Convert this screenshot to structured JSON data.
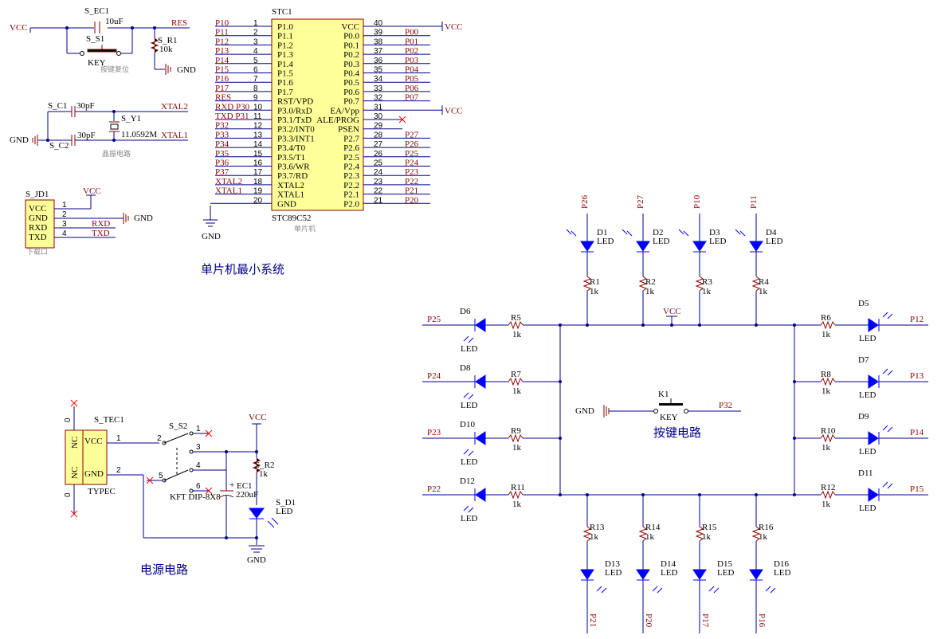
{
  "titles": {
    "mcu_system": "单片机最小系统",
    "power": "电源电路",
    "key": "按键电路",
    "reset_sub": "按键复位",
    "crystal_sub": "晶振电路",
    "download_sub": "下载口",
    "mcu_sub": "单片机"
  },
  "mcu": {
    "designator": "STC1",
    "model": "STC89C52",
    "left_pins": [
      {
        "num": "1",
        "name": "P1.0",
        "net": "P10"
      },
      {
        "num": "2",
        "name": "P1.1",
        "net": "P11"
      },
      {
        "num": "3",
        "name": "P1.2",
        "net": "P12"
      },
      {
        "num": "4",
        "name": "P1.3",
        "net": "P13"
      },
      {
        "num": "5",
        "name": "P1.4",
        "net": "P14"
      },
      {
        "num": "6",
        "name": "P1.5",
        "net": "P15"
      },
      {
        "num": "7",
        "name": "P1.6",
        "net": "P16"
      },
      {
        "num": "8",
        "name": "P1.7",
        "net": "P17"
      },
      {
        "num": "9",
        "name": "RST/VPD",
        "net": "RES"
      },
      {
        "num": "10",
        "name": "P3.0/RxD",
        "net": "RXD P30"
      },
      {
        "num": "11",
        "name": "P3.1/TxD",
        "net": "TXD P31"
      },
      {
        "num": "12",
        "name": "P3.2/INT0",
        "net": "P32"
      },
      {
        "num": "13",
        "name": "P3.3/INT1",
        "net": "P33"
      },
      {
        "num": "14",
        "name": "P3.4/T0",
        "net": "P34"
      },
      {
        "num": "15",
        "name": "P3.5/T1",
        "net": "P35"
      },
      {
        "num": "16",
        "name": "P3.6/WR",
        "net": "P36"
      },
      {
        "num": "17",
        "name": "P3.7/RD",
        "net": "P37"
      },
      {
        "num": "18",
        "name": "XTAL2",
        "net": "XTAL2"
      },
      {
        "num": "19",
        "name": "XTAL1",
        "net": "XTAL1"
      },
      {
        "num": "20",
        "name": "GND",
        "net": ""
      }
    ],
    "right_pins": [
      {
        "num": "40",
        "name": "VCC",
        "net": "VCC"
      },
      {
        "num": "39",
        "name": "P0.0",
        "net": "P00"
      },
      {
        "num": "38",
        "name": "P0.1",
        "net": "P01"
      },
      {
        "num": "37",
        "name": "P0.2",
        "net": "P02"
      },
      {
        "num": "36",
        "name": "P0.3",
        "net": "P03"
      },
      {
        "num": "35",
        "name": "P0.4",
        "net": "P04"
      },
      {
        "num": "34",
        "name": "P0.5",
        "net": "P05"
      },
      {
        "num": "33",
        "name": "P0.6",
        "net": "P06"
      },
      {
        "num": "32",
        "name": "P0.7",
        "net": "P07"
      },
      {
        "num": "31",
        "name": "EA/Vpp",
        "net": "VCC"
      },
      {
        "num": "30",
        "name": "ALE/PROG",
        "net": ""
      },
      {
        "num": "29",
        "name": "PSEN",
        "net": ""
      },
      {
        "num": "28",
        "name": "P2.7",
        "net": "P27"
      },
      {
        "num": "27",
        "name": "P2.6",
        "net": "P26"
      },
      {
        "num": "26",
        "name": "P2.5",
        "net": "P25"
      },
      {
        "num": "25",
        "name": "P2.4",
        "net": "P24"
      },
      {
        "num": "24",
        "name": "P2.3",
        "net": "P23"
      },
      {
        "num": "23",
        "name": "P2.2",
        "net": "P22"
      },
      {
        "num": "22",
        "name": "P2.1",
        "net": "P21"
      },
      {
        "num": "21",
        "name": "P2.0",
        "net": "P20"
      }
    ],
    "gnd_label": "GND"
  },
  "reset": {
    "vcc": "VCC",
    "cap": "S_EC1",
    "cap_val": "10uF",
    "net": "RES",
    "switch": "S_S1",
    "switch_val": "KEY",
    "res": "S_R1",
    "res_val": "10k",
    "gnd": "GND"
  },
  "crystal": {
    "c1": "S_C1",
    "c1_val": "30pF",
    "c2": "S_C2",
    "c2_val": "30pF",
    "y": "S_Y1",
    "y_val": "11.0592M",
    "net1": "XTAL2",
    "net2": "XTAL1",
    "gnd": "GND"
  },
  "download": {
    "designator": "S_JD1",
    "pins": [
      {
        "num": "1",
        "name": "VCC"
      },
      {
        "num": "2",
        "name": "GND"
      },
      {
        "num": "3",
        "name": "RXD"
      },
      {
        "num": "4",
        "name": "TXD"
      }
    ],
    "vcc": "VCC",
    "gnd": "GND",
    "rxd": "RXD",
    "txd": "TXD"
  },
  "power": {
    "conn": "S_TEC1",
    "conn_type": "TYPEC",
    "pins": [
      "VCC",
      "GND",
      "NC",
      "NC"
    ],
    "pin_nums": [
      "1",
      "2",
      "0",
      "0"
    ],
    "switch": "S_S2",
    "switch_val": "KFT DIP-8X8",
    "switch_pins": [
      "1",
      "2",
      "3",
      "4",
      "5",
      "6"
    ],
    "cap": "EC1",
    "cap_val": "220uF",
    "res": "S_R2",
    "res_val": "1k",
    "led": "S_D1",
    "led_val": "LED",
    "vcc": "VCC",
    "gnd": "GND"
  },
  "key": {
    "designator": "K1",
    "value": "KEY",
    "gnd": "GND",
    "net": "P32"
  },
  "leds_top": [
    {
      "net": "P26",
      "d": "D1",
      "r": "R1"
    },
    {
      "net": "P27",
      "d": "D2",
      "r": "R2"
    },
    {
      "net": "P10",
      "d": "D3",
      "r": "R3"
    },
    {
      "net": "P11",
      "d": "D4",
      "r": "R4"
    }
  ],
  "leds_left": [
    {
      "net": "P25",
      "d": "D6",
      "r": "R5"
    },
    {
      "net": "P24",
      "d": "D8",
      "r": "R7"
    },
    {
      "net": "P23",
      "d": "D10",
      "r": "R9"
    },
    {
      "net": "P22",
      "d": "D12",
      "r": "R11"
    }
  ],
  "leds_right": [
    {
      "net": "P12",
      "d": "D5",
      "r": "R6"
    },
    {
      "net": "P13",
      "d": "D7",
      "r": "R8"
    },
    {
      "net": "P14",
      "d": "D9",
      "r": "R10"
    },
    {
      "net": "P15",
      "d": "D11",
      "r": "R12"
    }
  ],
  "leds_bottom": [
    {
      "net": "P21",
      "d": "D13",
      "r": "R13"
    },
    {
      "net": "P20",
      "d": "D14",
      "r": "R14"
    },
    {
      "net": "P17",
      "d": "D15",
      "r": "R15"
    },
    {
      "net": "P16",
      "d": "D16",
      "r": "R16"
    }
  ],
  "led_val": "LED",
  "res_val": "1k",
  "led_vcc": "VCC",
  "colors": {
    "wire": "#00008b",
    "part": "#8b0000",
    "led": "#0000ff",
    "chip": "#ffff99",
    "nc": "#ff0000"
  }
}
